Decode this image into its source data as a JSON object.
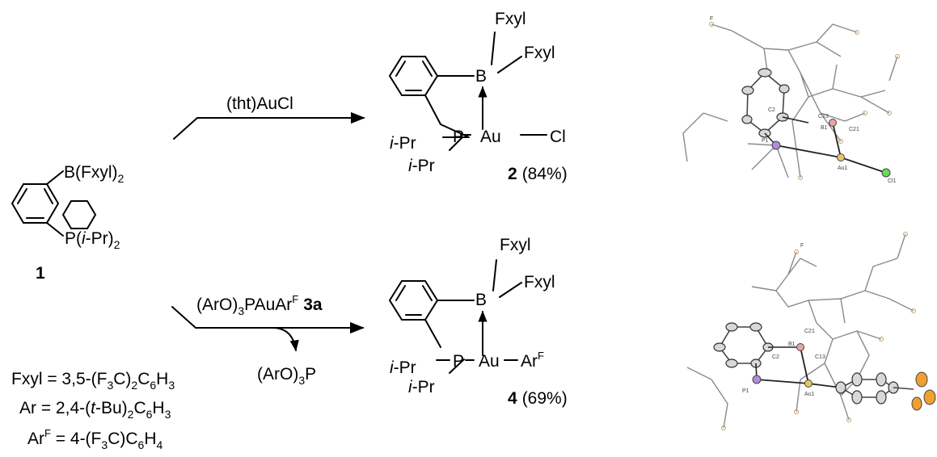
{
  "reagents": {
    "top": "(tht)AuCl",
    "bottom_main": "(ArO)",
    "bottom_sub3": "3",
    "bottom_mid": "PAuAr",
    "bottom_sup": "F",
    "bottom_num": "3a",
    "byproduct_main": "(ArO)",
    "byproduct_sub": "3",
    "byproduct_end": "P"
  },
  "compound1": {
    "boron": "B(Fxyl)",
    "boron_sub": "2",
    "phos_a": "P(",
    "phos_i": "i",
    "phos_b": "-Pr)",
    "phos_sub": "2",
    "label": "1"
  },
  "compound2": {
    "fxyl_top": "Fxyl",
    "fxyl_right": "Fxyl",
    "boron": "B",
    "phos": "P",
    "gold": "Au",
    "chloride": "Cl",
    "ipr_i": "i",
    "ipr_rest": "-Pr",
    "label": "2",
    "yield": "(84%)"
  },
  "compound4": {
    "fxyl_top": "Fxyl",
    "fxyl_right": "Fxyl",
    "boron": "B",
    "phos": "P",
    "gold": "Au",
    "arf": "Ar",
    "arf_sup": "F",
    "ipr_i": "i",
    "ipr_rest": "-Pr",
    "label": "4",
    "yield": "(69%)"
  },
  "definitions": {
    "fxyl_a": "Fxyl = 3,5-(F",
    "fxyl_sub3": "3",
    "fxyl_b": "C)",
    "fxyl_sub2": "2",
    "fxyl_c": "C",
    "fxyl_sub6": "6",
    "fxyl_d": "H",
    "fxyl_sub3b": "3",
    "ar_a": "Ar = 2,4-(",
    "ar_i": "t",
    "ar_b": "-Bu)",
    "ar_sub2": "2",
    "ar_c": "C",
    "ar_sub6": "6",
    "ar_d": "H",
    "ar_sub3": "3",
    "arf_a": "Ar",
    "arf_sup": "F",
    "arf_b": " = 4-(F",
    "arf_sub3": "3",
    "arf_c": "C)C",
    "arf_sub6": "6",
    "arf_d": "H",
    "arf_sub4": "4"
  },
  "crystal_top": {
    "labels": [
      "C2",
      "C13",
      "B1",
      "C21",
      "P1",
      "Au1",
      "Cl1",
      "F"
    ]
  },
  "crystal_bottom": {
    "labels": [
      "C21",
      "C2",
      "B1",
      "C13",
      "P1",
      "Au1",
      "F"
    ]
  },
  "colors": {
    "phosphorus": "#b48be0",
    "gold": "#e9c46a",
    "chlorine": "#66dd55",
    "boron": "#e9a3a3",
    "fluorine_atom": "#f0a030"
  }
}
